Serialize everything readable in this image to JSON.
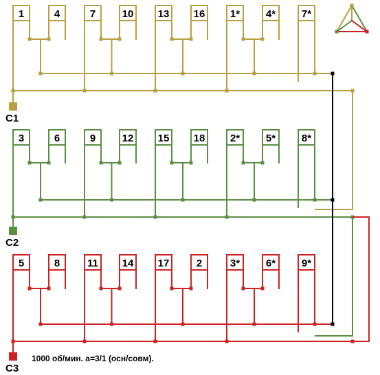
{
  "phases": [
    {
      "id": "c1",
      "label": "C1",
      "color": "#b8a040",
      "coils": [
        "1",
        "4",
        "7",
        "10",
        "13",
        "16",
        "1*",
        "4*",
        "7*"
      ]
    },
    {
      "id": "c2",
      "label": "C2",
      "color": "#5a8f42",
      "coils": [
        "3",
        "6",
        "9",
        "12",
        "15",
        "18",
        "2*",
        "5*",
        "8*"
      ]
    },
    {
      "id": "c3",
      "label": "C3",
      "color": "#cc2222",
      "coils": [
        "5",
        "8",
        "11",
        "14",
        "17",
        "2",
        "3*",
        "6*",
        "9*"
      ]
    }
  ],
  "neutral_color": "#000000",
  "caption": "1000 об/мин. a=3/1 (осн/совм)."
}
